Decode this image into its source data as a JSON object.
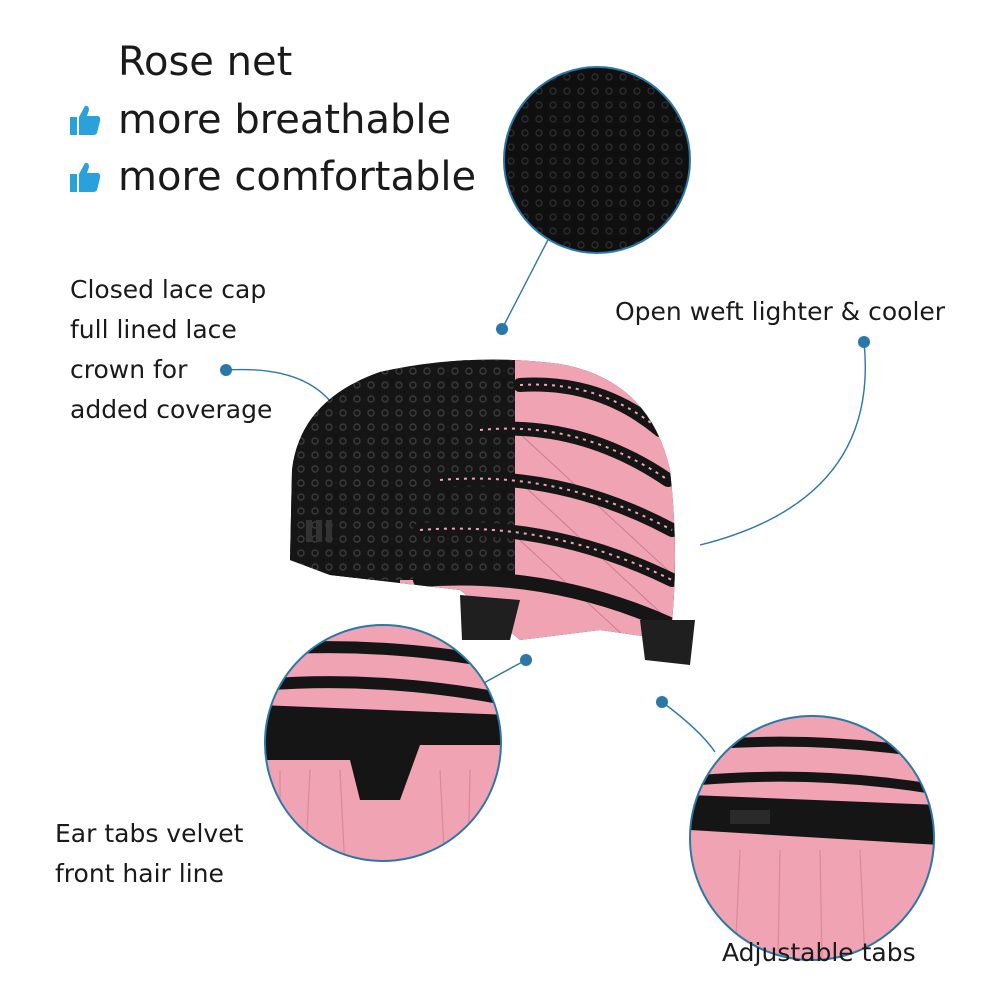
{
  "headline": "Rose net",
  "bullets": [
    {
      "text": "more breathable",
      "icon": "thumbs-up-icon"
    },
    {
      "text": "more comfortable",
      "icon": "thumbs-up-icon"
    }
  ],
  "labels": {
    "lace_lines": [
      "Closed lace cap",
      "full lined lace",
      "crown for",
      "added coverage"
    ],
    "weft": "Open weft lighter & cooler",
    "ear_lines": [
      "Ear tabs velvet",
      "front hair line"
    ],
    "tabs": "Adjustable tabs"
  },
  "colors": {
    "accent": "#2b78a8",
    "icon_blue": "#2aa0dc",
    "cap_black": "#141414",
    "hair_pink": "#f0a3b2"
  }
}
